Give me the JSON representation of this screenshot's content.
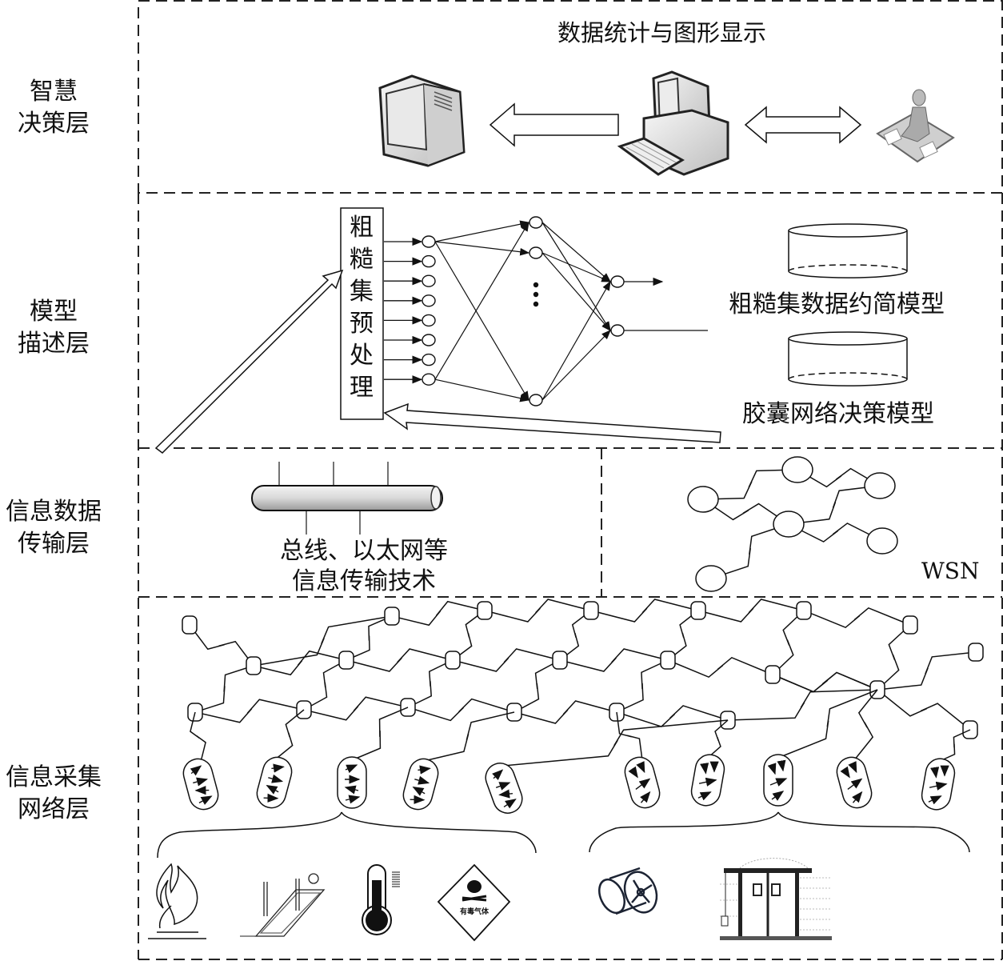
{
  "layers": [
    {
      "id": "decision",
      "label_lines": [
        "智慧",
        "决策层"
      ]
    },
    {
      "id": "model",
      "label_lines": [
        "模型",
        "描述层"
      ]
    },
    {
      "id": "transmission",
      "label_lines": [
        "信息数据",
        "传输层"
      ]
    },
    {
      "id": "collection",
      "label_lines": [
        "信息采集",
        "网络层"
      ]
    }
  ],
  "decision_layer": {
    "title": "数据统计与图形显示",
    "icons": [
      "monitor-icon",
      "computer-workstation-icon",
      "operator-person-icon"
    ],
    "arrows": [
      "single-arrow-left",
      "double-arrow"
    ]
  },
  "model_layer": {
    "preprocess_box_chars": [
      "粗",
      "糙",
      "集",
      "预",
      "处",
      "理"
    ],
    "network": {
      "input_nodes": 8,
      "hidden_nodes_shown": 3,
      "ellipsis": "⋮",
      "output_nodes": 2
    },
    "models": [
      {
        "label": "粗糙集数据约简模型",
        "icon": "database-cylinder-icon"
      },
      {
        "label": "胶囊网络决策模型",
        "icon": "database-cylinder-icon"
      }
    ]
  },
  "transmission_layer": {
    "wired": {
      "label_lines": [
        "总线、以太网等",
        "信息传输技术"
      ],
      "icon": "bus-cable-icon"
    },
    "wireless": {
      "label": "WSN",
      "nodes": 6
    }
  },
  "collection_layer": {
    "sensor_clusters": 10,
    "sensors_group_a": [
      {
        "name": "fire",
        "icon": "fire-icon"
      },
      {
        "name": "gas-pipe-sensor",
        "icon": "pipe-sensor-icon"
      },
      {
        "name": "temperature",
        "icon": "thermometer-icon"
      },
      {
        "name": "toxic-gas",
        "icon": "toxic-gas-sign-icon",
        "sign_text": "有毒气体"
      }
    ],
    "sensors_group_b": [
      {
        "name": "ventilation-fan",
        "icon": "fan-icon"
      },
      {
        "name": "air-door",
        "icon": "door-icon"
      }
    ]
  }
}
